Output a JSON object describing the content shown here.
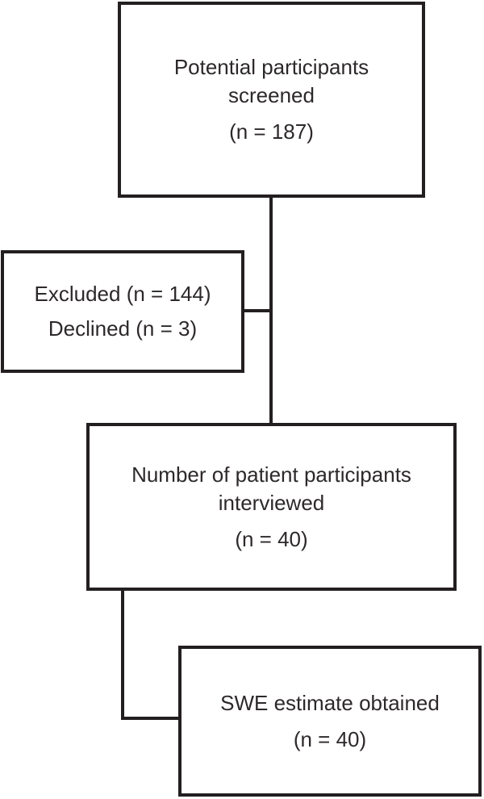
{
  "colors": {
    "background": "#ffffff",
    "line": "#231f20",
    "text": "#2d292a"
  },
  "boxes": {
    "screened": {
      "line1": "Potential participants",
      "line2": "screened",
      "count": "(n = 187)"
    },
    "excluded": {
      "line1": "Excluded (n = 144)",
      "line2": "Declined (n = 3)"
    },
    "interviewed": {
      "line1": "Number of patient participants",
      "line2": "interviewed",
      "count": "(n = 40)"
    },
    "swe": {
      "line1": "SWE estimate obtained",
      "count": "(n = 40)"
    }
  }
}
